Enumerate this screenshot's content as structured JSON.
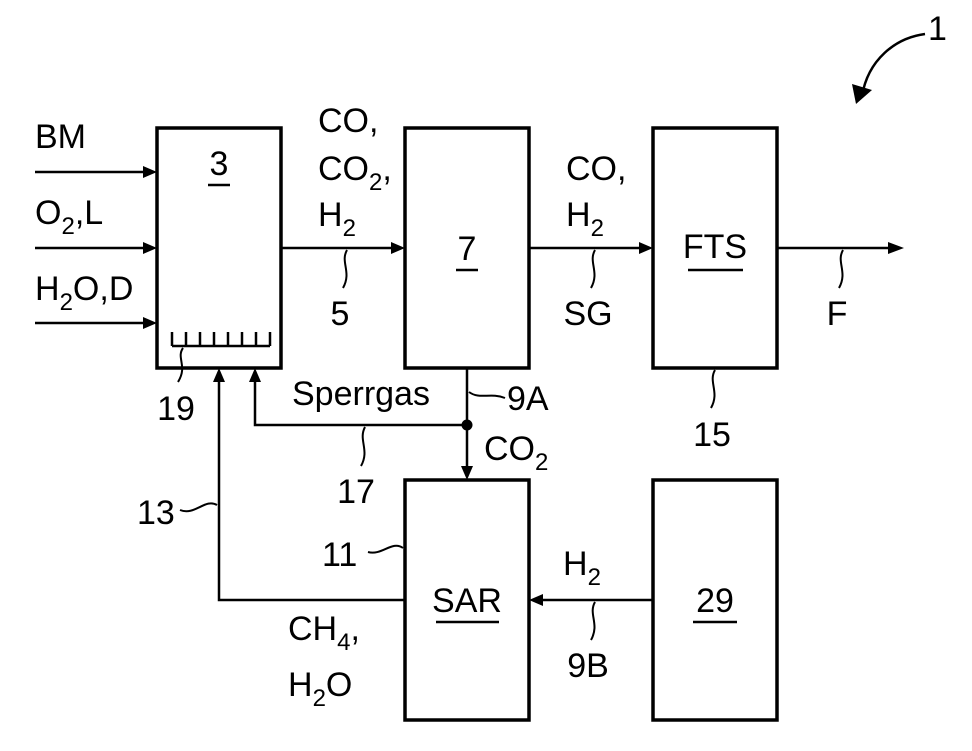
{
  "figure_number": "1",
  "inputs": {
    "bm": "BM",
    "o2": {
      "main": "O",
      "sub": "2",
      "tail": ",L"
    },
    "h2o": {
      "main": "H",
      "sub": "2",
      "tail": "O,D"
    }
  },
  "boxes": {
    "gasifier": "3",
    "reactor": "7",
    "fts": "FTS",
    "sar": "SAR",
    "electrolyzer": "29"
  },
  "streams": {
    "gas_out": {
      "line1": "CO,",
      "line2_main": "CO",
      "line2_sub": "2",
      "line2_tail": ",",
      "line3_main": "H",
      "line3_sub": "2"
    },
    "syngas": {
      "line1": "CO,",
      "line2_main": "H",
      "line2_sub": "2"
    },
    "co2": {
      "main": "CO",
      "sub": "2"
    },
    "h2_in": {
      "main": "H",
      "sub": "2"
    },
    "methane": {
      "line1_main": "CH",
      "line1_sub": "4",
      "line1_tail": ",",
      "line2_main": "H",
      "line2_sub": "2",
      "line2_tail": "O"
    },
    "sperrgas": "Sperrgas"
  },
  "references": {
    "r5": "5",
    "sg": "SG",
    "f": "F",
    "r9a": "9A",
    "r15": "15",
    "r17": "17",
    "r19": "19",
    "r13": "13",
    "r11": "11",
    "r9b": "9B"
  }
}
